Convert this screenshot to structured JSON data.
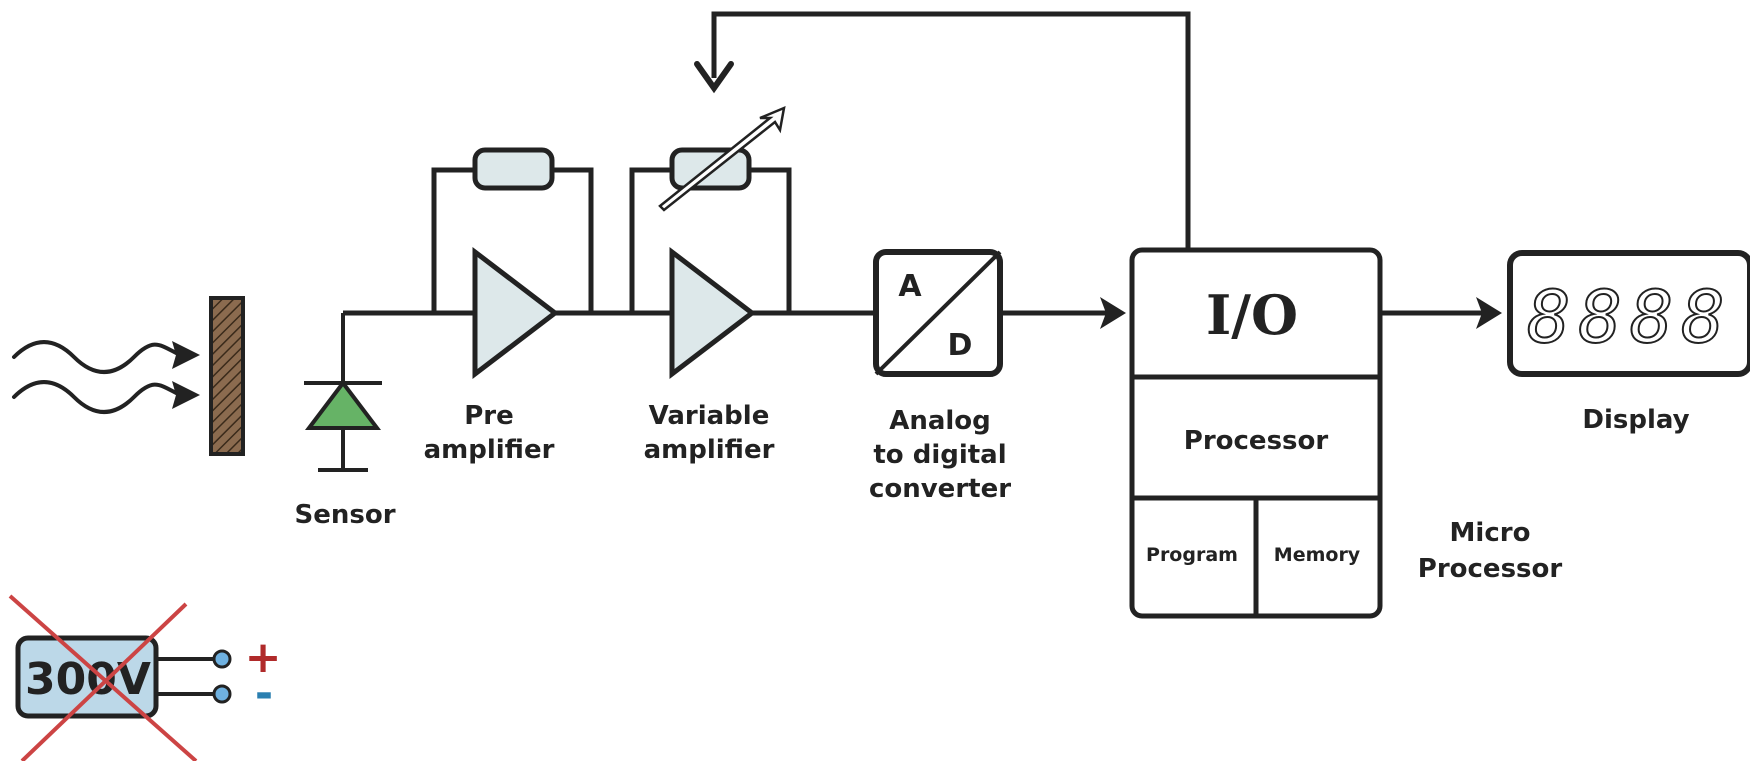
{
  "colors": {
    "line": "#222222",
    "component_fill": "#dde8ea",
    "sensor_fill": "#66b366",
    "wall_fill": "#8b6b4f",
    "battery_fill": "#bcd8e8",
    "cross": "#cc4444",
    "plus": "#b02a2a",
    "minus": "#2a7fb0",
    "terminal": "#6fb1e0"
  },
  "icons": {
    "radiation": "wavy-arrows-icon",
    "wall": "hatched-wall-icon",
    "sensor": "photodiode-icon",
    "amplifier": "triangle-amplifier-icon",
    "resistor": "resistor-icon",
    "variable": "adjust-arrow-icon",
    "adc": "adc-icon",
    "battery": "battery-icon",
    "display": "seven-segment-display-icon"
  },
  "labels": {
    "sensor": "Sensor",
    "pre_amp": [
      "Pre",
      "amplifier"
    ],
    "var_amp": [
      "Variable",
      "amplifier"
    ],
    "adc_letter_a": "A",
    "adc_letter_d": "D",
    "adc": [
      "Analog",
      "to digital",
      "converter"
    ],
    "io": "I/O",
    "processor": "Processor",
    "program": "Program",
    "memory": "Memory",
    "micro": [
      "Micro",
      "Processor"
    ],
    "display": "Display",
    "display_digits": "8888",
    "battery": "300V",
    "plus": "+",
    "minus": "-"
  }
}
